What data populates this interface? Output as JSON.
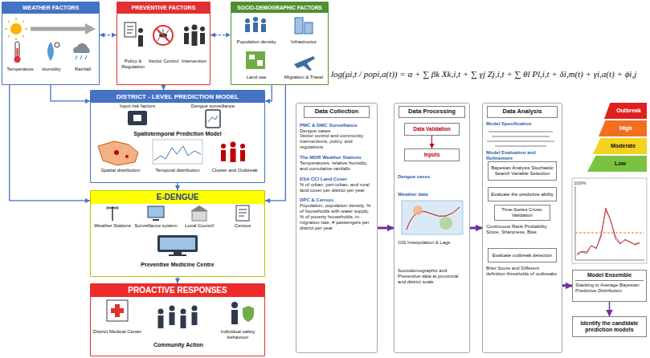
{
  "diagram": {
    "nodes": [
      {
        "text": [
          "WEATHER FACTORS",
          "Temperature",
          "Humidity",
          "Rainfall"
        ]
      },
      {
        "text": [
          "PREVENTIVE FACTORS",
          "Policy & Regulation",
          "Vector Control",
          "Intervention"
        ]
      },
      {
        "text": [
          "SOCIO-DEMOGRAPHIC FACTORS",
          "Population density",
          "Infrastructur",
          "Land use",
          "Migration & Travel"
        ]
      },
      {
        "text": [
          "DISTRICT - LEVEL PREDICTION MODEL",
          "Input risk factors",
          "Dengue surveillance",
          "Spatiotemporal Prediction Model",
          "Spatial distribution",
          "Temporal distribution",
          "Cluster and Outbreak"
        ]
      },
      {
        "text": [
          "E-DENGUE",
          "Weather Stations",
          "Surveillance system",
          "Local Council",
          "Census",
          "Preventive Medicine Centre"
        ]
      },
      {
        "text": [
          "PROACTIVE RESPONSES",
          "District Medical Center",
          "Community Action",
          "Individual safety behaviour"
        ]
      },
      {
        "text": [
          "Data Collection",
          "PMC & DMC Surveillance",
          "Dengue cases",
          "Vector control and community interventions, policy, and regulations",
          "The MOR Weather Stations",
          "Temperatures, relative humidity, and cumulative rainfalls",
          "ESA CCI Land Cover",
          "% of urban, peri-urban, and rural land cover per district per year",
          "DPC & Census",
          "Population, population density, % of households with water supply, % of poverty households, in-migration rate, # passengers per district per year"
        ]
      },
      {
        "text": [
          "Data Processing",
          "Dengue cases",
          "Weather data",
          "GIS Interpolation & Lags",
          "Sociodemographic and Preventive data at provincial and district scale"
        ]
      },
      {
        "text": [
          "Data Validation"
        ],
        "in": 7
      },
      {
        "text": [
          "Inputs"
        ],
        "in": 7
      },
      {
        "text": [
          "Data Analysis",
          "Model Specification",
          "Model Evaluation and Refinement",
          "Continuous Rank Probability Score, Sharpness, Bias",
          "Brier Score and Different definition thresholds of outbreaks"
        ]
      },
      {
        "text": [
          "Bayesian Analysis Stochastic Search Variable Selection"
        ],
        "in": 10
      },
      {
        "text": [
          "Evaluate the predictive ability"
        ],
        "in": 10
      },
      {
        "text": [
          "Time-Series Cross-Validation"
        ],
        "in": 10
      },
      {
        "text": [
          "Evaluate outbreak detection"
        ],
        "in": 10
      },
      {
        "text": [
          "Outbreak"
        ]
      },
      {
        "text": [
          "High"
        ]
      },
      {
        "text": [
          "Moderate"
        ]
      },
      {
        "text": [
          "Low"
        ]
      },
      {
        "text": [
          "Model Ensemble",
          "Stacking to Average Bayesian Predictive Distribution"
        ]
      },
      {
        "text": [
          "Identify the candidate prediction models"
        ]
      }
    ],
    "edges": [
      {
        "from": 0,
        "to": 3,
        "arrow": "to"
      },
      {
        "from": 1,
        "to": 3,
        "arrow": "to"
      },
      {
        "from": 2,
        "to": 3,
        "arrow": "to"
      },
      {
        "from": 0,
        "to": 4,
        "arrow": "to"
      },
      {
        "from": 2,
        "to": 4,
        "arrow": "to"
      },
      {
        "from": 3,
        "to": 4,
        "arrow": "to"
      },
      {
        "from": 4,
        "to": 5,
        "arrow": "to"
      },
      {
        "from": 0,
        "to": 1,
        "arrow": "both"
      },
      {
        "from": 1,
        "to": 2,
        "arrow": "both"
      },
      {
        "from": 6,
        "to": 7,
        "arrow": "to"
      },
      {
        "from": 7,
        "to": 10,
        "arrow": "to"
      },
      {
        "from": 8,
        "to": 9,
        "arrow": "to"
      },
      {
        "from": 10,
        "to": 19,
        "arrow": "to"
      },
      {
        "from": 19,
        "to": 20,
        "arrow": "to"
      }
    ],
    "labels": [
      "log(μi,t / popi,a(t)) = α + ∑ βk Xk,i,t + ∑ γj Zj,i,t + ∑ θl Pl,i,t + δi,m(t) + γi,a(t) + ϕi,j",
      "100%"
    ]
  }
}
